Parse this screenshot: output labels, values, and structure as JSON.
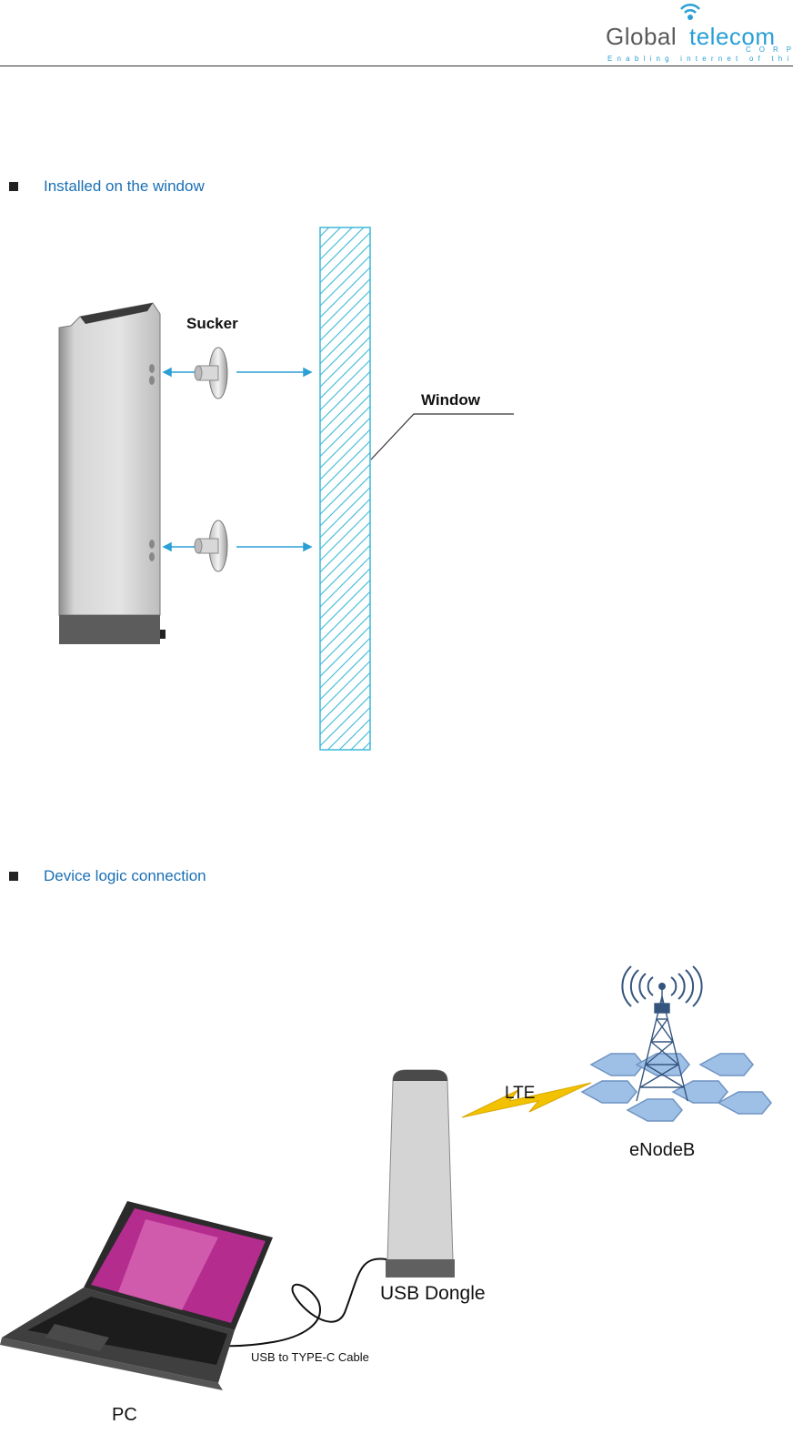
{
  "header": {
    "logo_global": "Global",
    "logo_telecom": "telecom",
    "logo_corp": "CORP",
    "logo_tagline": "Enabling internet of things"
  },
  "sections": [
    {
      "title": "Installed on the window"
    },
    {
      "title": "Device logic connection"
    }
  ],
  "window_diagram": {
    "sucker_label": "Sucker",
    "window_label": "Window"
  },
  "connection_diagram": {
    "lte_label": "LTE",
    "enodeb_label": "eNodeB",
    "usb_dongle_label": "USB Dongle",
    "cable_label": "USB to TYPE-C Cable",
    "pc_label": "PC"
  },
  "colors": {
    "accent": "#2a9fd6",
    "section_title": "#1a6fb5",
    "hatch": "#3db8d8",
    "lightning": "#f2c200"
  }
}
